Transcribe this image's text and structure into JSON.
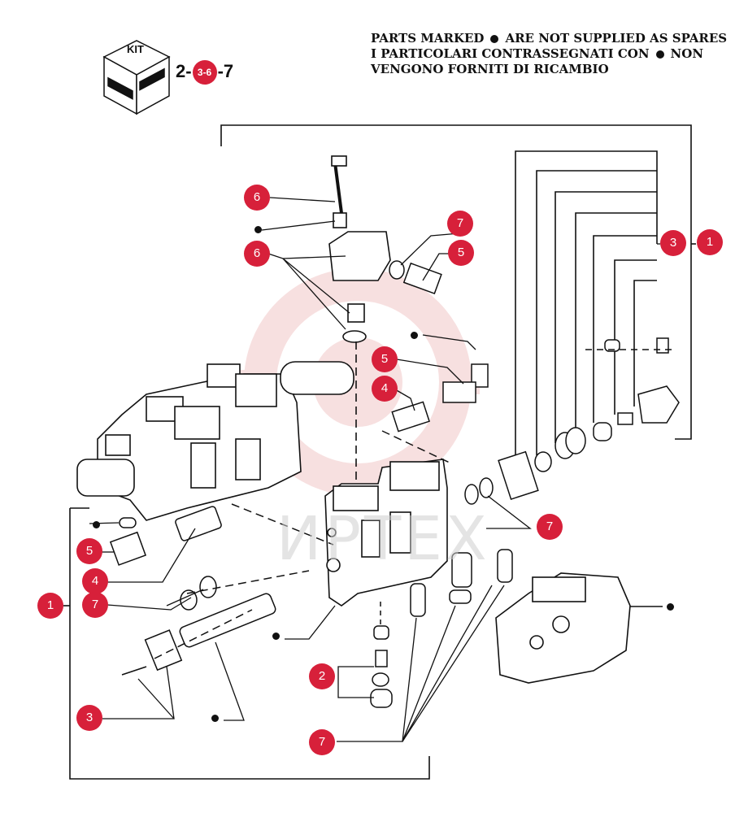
{
  "kit": {
    "label": "KIT",
    "ref_prefix": "2-",
    "ref_highlight": "3-6",
    "ref_suffix": "-7"
  },
  "note": {
    "line1_a": "PARTS MARKED",
    "line1_b": "ARE NOT SUPPLIED AS SPARES",
    "line2_a": "I PARTICOLARI CONTRASSEGNATI CON",
    "line2_b": "NON",
    "line3": "VENGONO FORNITI DI RICAMBIO"
  },
  "watermark": "ИРТЕХ",
  "callouts": [
    {
      "label": "6"
    },
    {
      "label": "6"
    },
    {
      "label": "7"
    },
    {
      "label": "5"
    },
    {
      "label": "3"
    },
    {
      "label": "1"
    },
    {
      "label": "5"
    },
    {
      "label": "4"
    },
    {
      "label": "5"
    },
    {
      "label": "4"
    },
    {
      "label": "7"
    },
    {
      "label": "1"
    },
    {
      "label": "7"
    },
    {
      "label": "3"
    },
    {
      "label": "2"
    },
    {
      "label": "7"
    }
  ],
  "colors": {
    "callout": "#d7203a",
    "line": "#111111",
    "watermark": "#e9a7a7"
  }
}
